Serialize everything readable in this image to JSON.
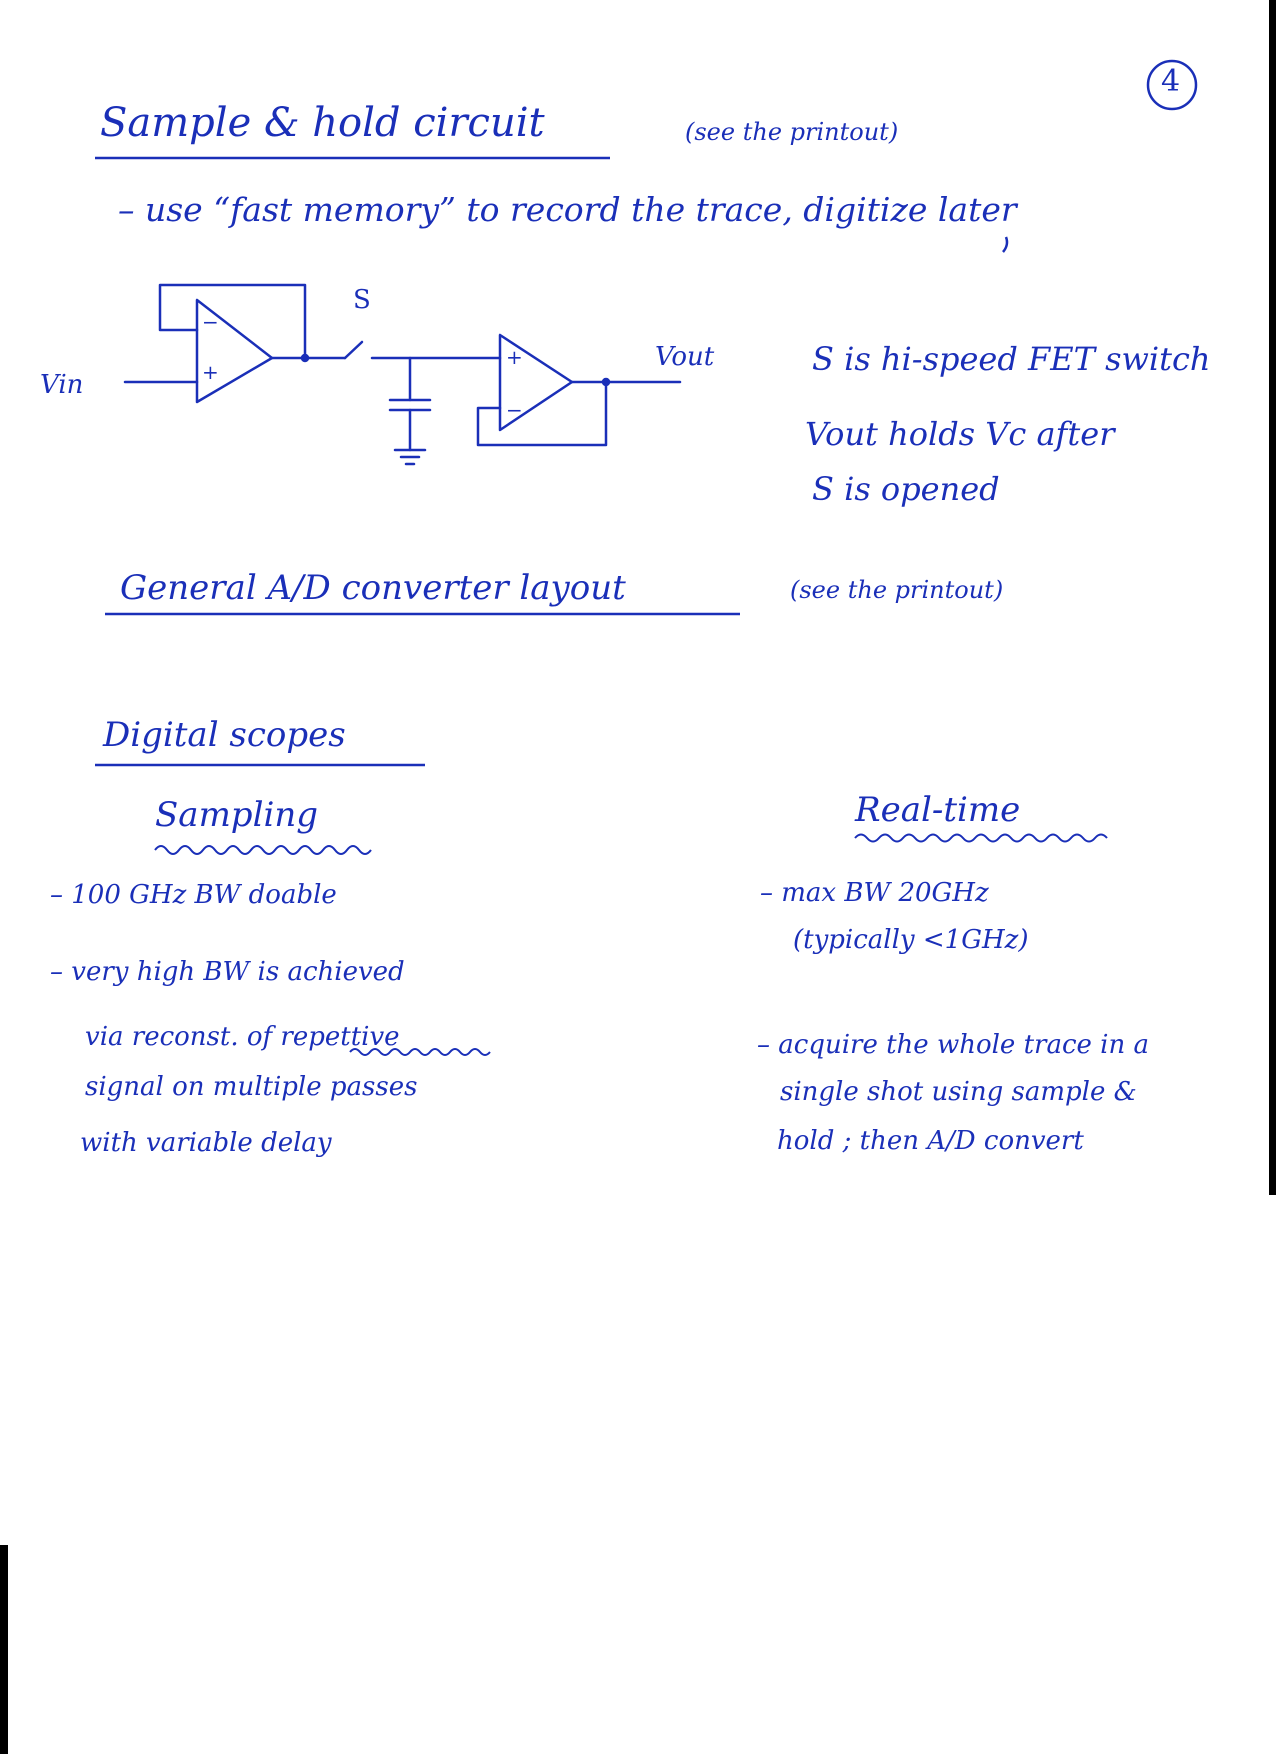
{
  "page_number": "4",
  "sample_hold": {
    "title": "Sample & hold circuit",
    "note": "(see the printout)",
    "bullet": "– use “fast memory” to record the trace, digitize later",
    "circuit": {
      "label_switch": "S",
      "label_vin": "Vin",
      "label_vout": "Vout",
      "plus": "+",
      "minus": "−"
    },
    "notes": [
      "S is hi-speed FET switch",
      "Vout holds Vc after",
      "S is opened"
    ]
  },
  "ad_converter": {
    "title": "General A/D converter layout",
    "note": "(see the printout)"
  },
  "digital_scopes": {
    "title": "Digital scopes",
    "sampling": {
      "heading": "Sampling",
      "bullets": [
        "– 100 GHz BW doable",
        "– very high BW is achieved",
        "via reconst. of repettive",
        "signal on multiple passes",
        "with variable delay"
      ]
    },
    "realtime": {
      "heading": "Real-time",
      "bullets": [
        "– max BW 20GHz",
        "(typically <1GHz)",
        "– acquire the whole trace in a",
        "single shot using sample &",
        "hold ; then A/D convert"
      ]
    }
  },
  "colors": {
    "ink": "#1a2fb8",
    "edge": "#000000",
    "background": "#ffffff"
  }
}
